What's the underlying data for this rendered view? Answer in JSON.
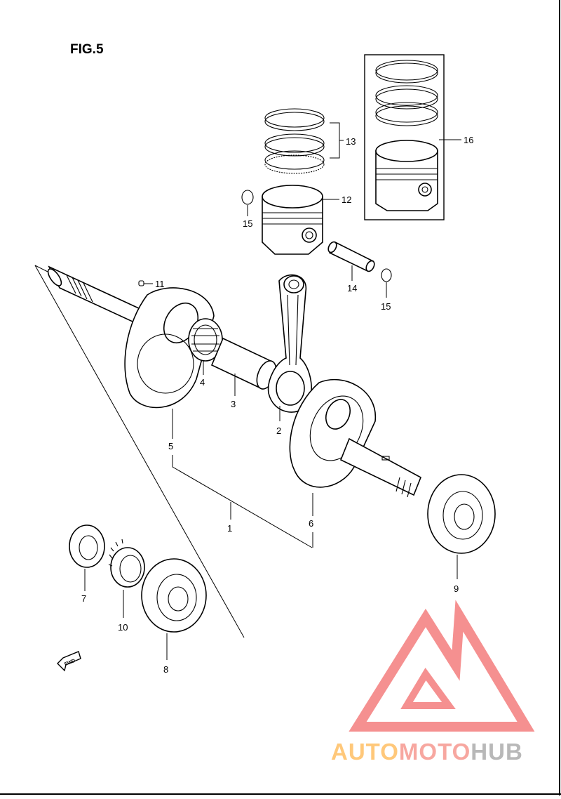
{
  "figure_title": "FIG.5",
  "fwd_label": "FWD",
  "callouts": {
    "c1": "1",
    "c2": "2",
    "c3": "3",
    "c4": "4",
    "c5": "5",
    "c6": "6",
    "c7": "7",
    "c8": "8",
    "c9": "9",
    "c10": "10",
    "c11": "11",
    "c12": "12",
    "c13": "13",
    "c14": "14",
    "c15a": "15",
    "c15b": "15",
    "c16": "16"
  },
  "watermark": {
    "part1": "AUTO",
    "part2": "MOTO",
    "part3": "HUB",
    "color_light": "#ffc87a",
    "color_mid": "#f7a7a0",
    "color_dark": "#b8b8b8",
    "logo_color": "#f26b6b"
  }
}
